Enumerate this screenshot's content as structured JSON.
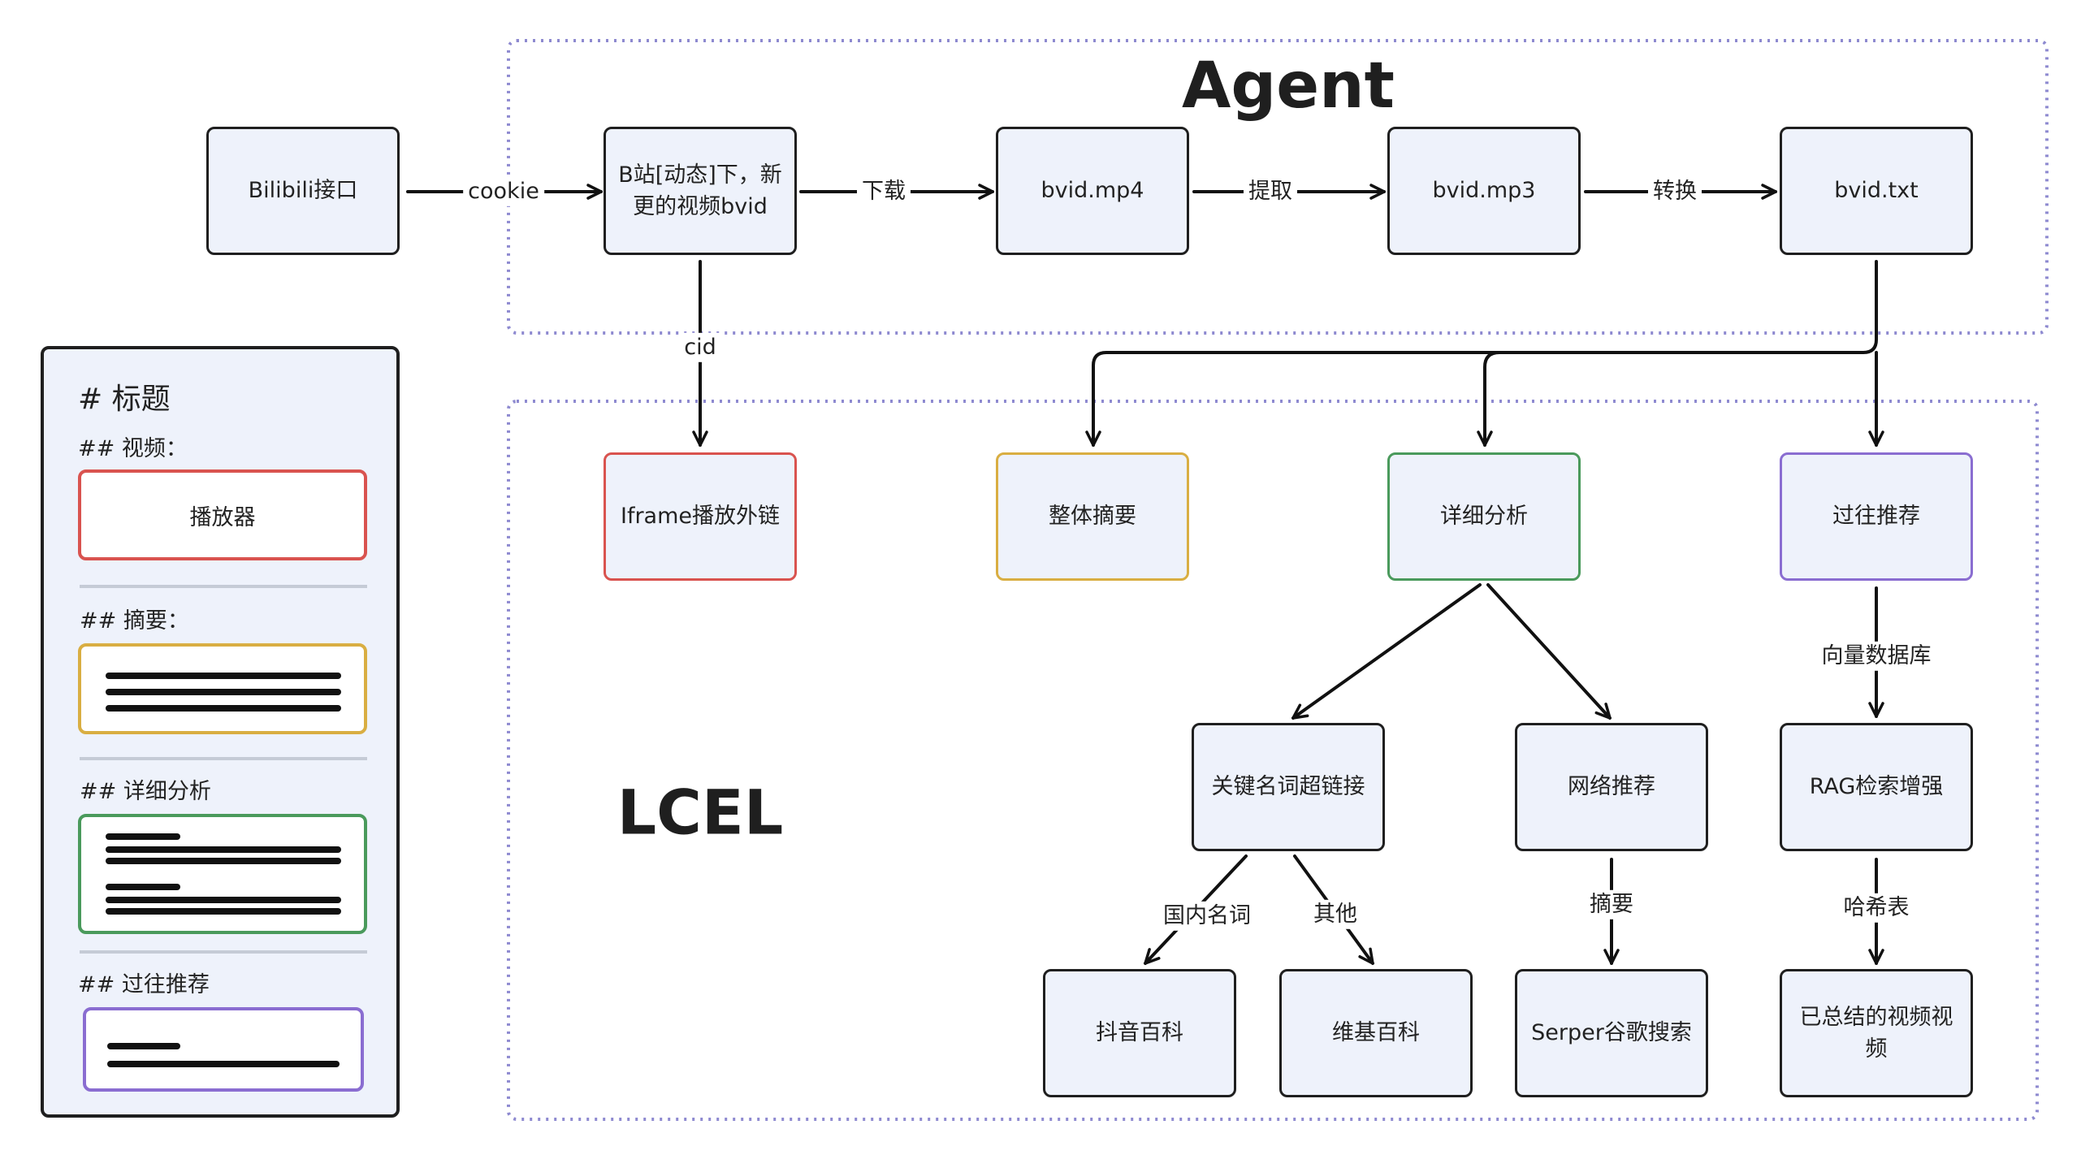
{
  "titles": {
    "agent": "Agent",
    "lcel": "LCEL"
  },
  "nodes": {
    "bilibili": "Bilibili接口",
    "bvid": "B站[动态]下，新更的视频bvid",
    "mp4": "bvid.mp4",
    "mp3": "bvid.mp3",
    "txt": "bvid.txt",
    "iframe": "Iframe播放外链",
    "summary": "整体摘要",
    "detail": "详细分析",
    "recommend": "过往推荐",
    "keyword_link": "关键名词超链接",
    "web_recommend": "网络推荐",
    "rag": "RAG检索增强",
    "douyin": "抖音百科",
    "wiki": "维基百科",
    "serper": "Serper谷歌搜索",
    "summarized": "已总结的视频视频"
  },
  "edge_labels": {
    "cookie": "cookie",
    "download": "下载",
    "extract": "提取",
    "convert": "转换",
    "cid": "cid",
    "vector_db": "向量数据库",
    "domestic": "国内名词",
    "other": "其他",
    "abstract": "摘要",
    "hash": "哈希表"
  },
  "legend": {
    "heading": "# 标题",
    "video": "## 视频：",
    "player": "播放器",
    "summary": "## 摘要：",
    "detail": "## 详细分析",
    "recommend": "## 过往推荐"
  },
  "colors": {
    "red": "#d9534f",
    "yellow": "#d9ae42",
    "green": "#4a9a5c",
    "purple": "#8a6dd1",
    "dotted": "#8e8ad0",
    "box_fill": "#eef2fb"
  }
}
